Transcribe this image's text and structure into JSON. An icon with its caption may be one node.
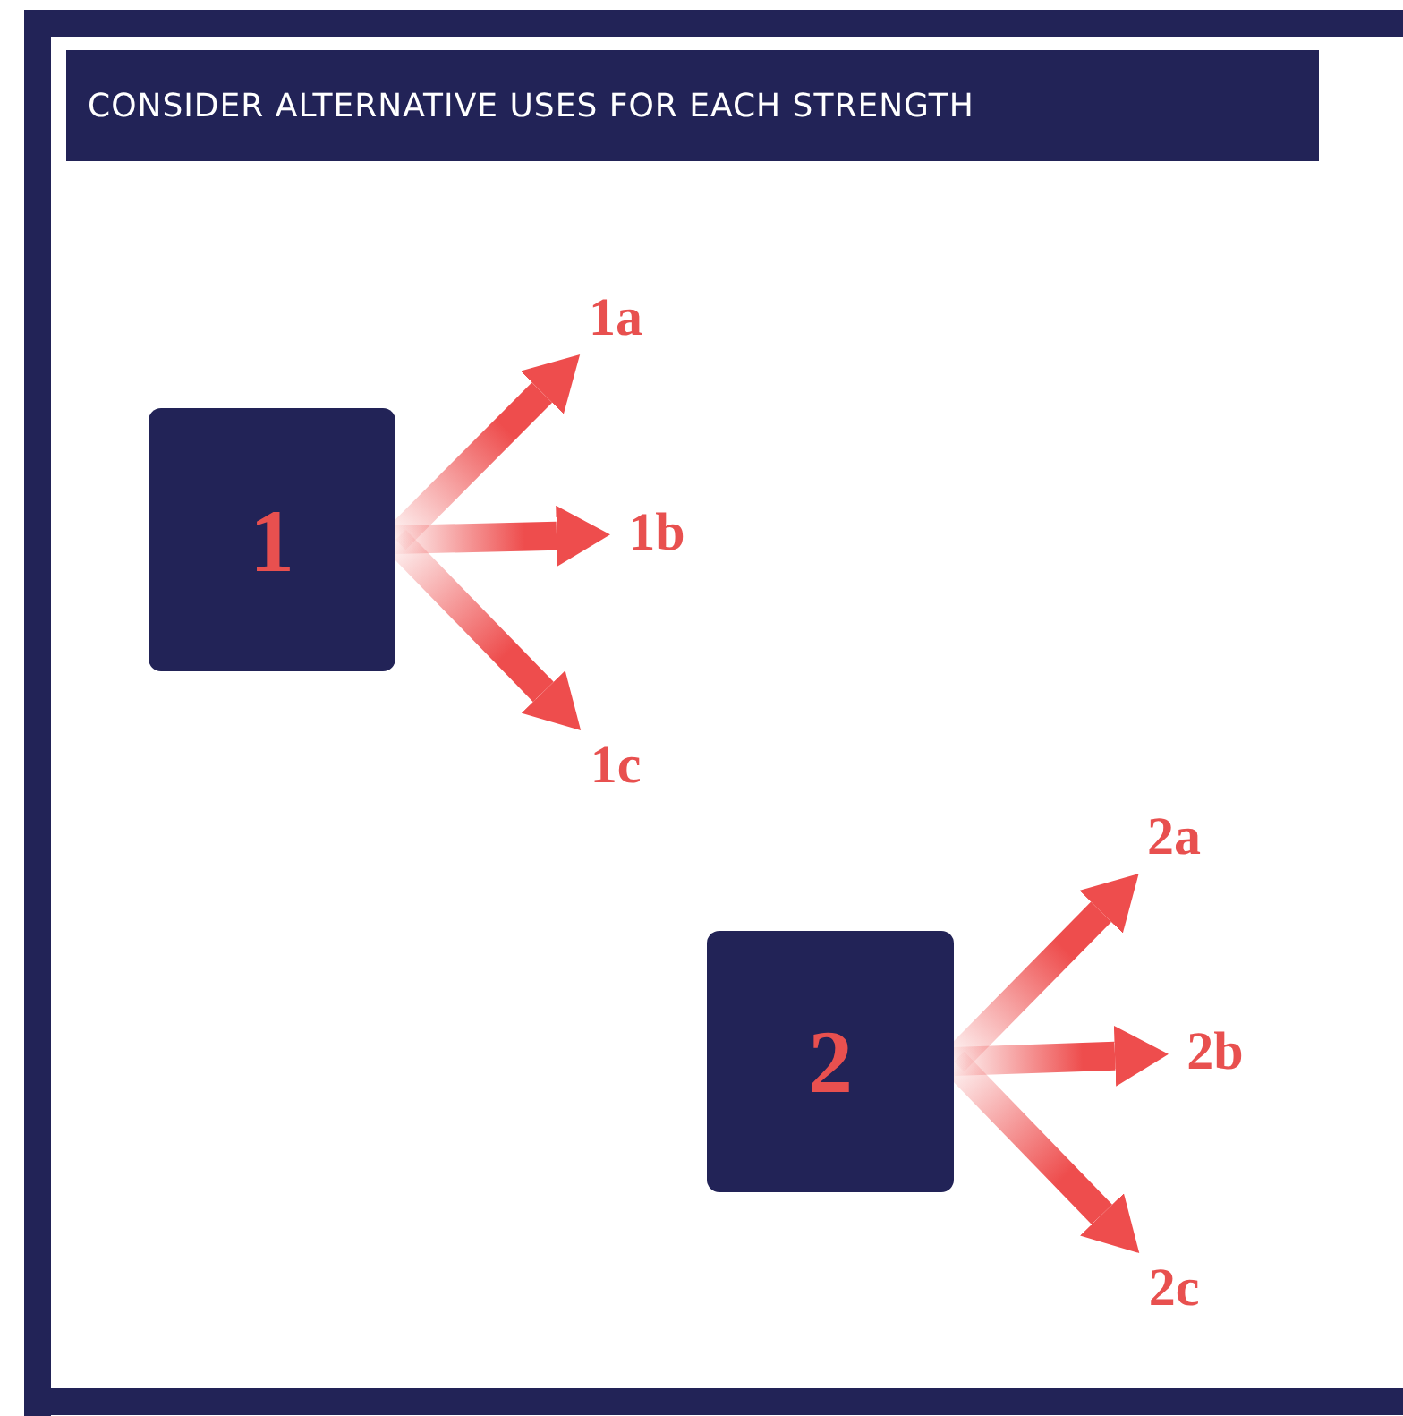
{
  "diagram": {
    "title": "CONSIDER ALTERNATIVE USES FOR EACH STRENGTH",
    "nodes": [
      {
        "text": [
          "1"
        ]
      },
      {
        "text": [
          "1a"
        ]
      },
      {
        "text": [
          "1b"
        ]
      },
      {
        "text": [
          "1c"
        ]
      },
      {
        "text": [
          "2"
        ]
      },
      {
        "text": [
          "2a"
        ]
      },
      {
        "text": [
          "2b"
        ]
      },
      {
        "text": [
          "2c"
        ]
      }
    ],
    "edges": [
      {
        "from": 0,
        "to": 1,
        "arrow": "to"
      },
      {
        "from": 0,
        "to": 2,
        "arrow": "to"
      },
      {
        "from": 0,
        "to": 3,
        "arrow": "to"
      },
      {
        "from": 4,
        "to": 5,
        "arrow": "to"
      },
      {
        "from": 4,
        "to": 6,
        "arrow": "to"
      },
      {
        "from": 4,
        "to": 7,
        "arrow": "to"
      }
    ]
  }
}
